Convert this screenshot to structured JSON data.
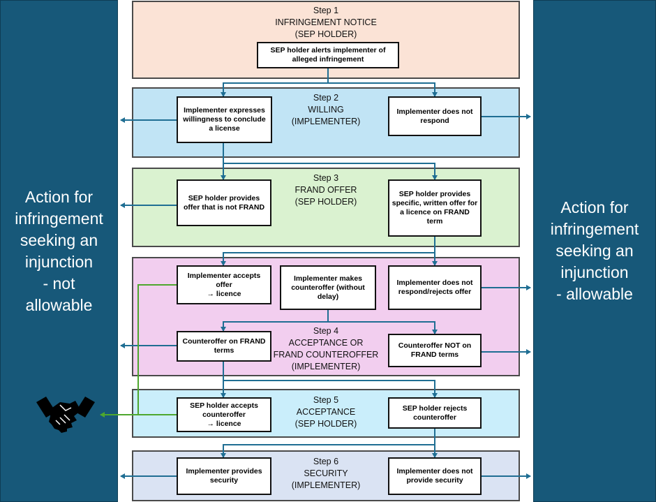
{
  "left_panel": {
    "text": "Action for\ninfringement\nseeking an\ninjunction\n- not\nallowable"
  },
  "right_panel": {
    "text": "Action for\ninfringement\nseeking an\ninjunction\n- allowable"
  },
  "steps": [
    {
      "step": "Step 1",
      "title": "INFRINGEMENT NOTICE",
      "actor": "(SEP HOLDER)",
      "color": "#fbe3d6"
    },
    {
      "step": "Step 2",
      "title": "WILLING",
      "actor": "(IMPLEMENTER)",
      "color": "#c1e4f5"
    },
    {
      "step": "Step 3",
      "title": "FRAND OFFER",
      "actor": "(SEP HOLDER)",
      "color": "#daf2d0"
    },
    {
      "step": "Step 4",
      "title": "ACCEPTANCE OR",
      "title2": "FRAND COUNTEROFFER",
      "actor": "(IMPLEMENTER)",
      "color": "#f2ceef"
    },
    {
      "step": "Step 5",
      "title": "ACCEPTANCE",
      "actor": "(SEP HOLDER)",
      "color": "#caeefb"
    },
    {
      "step": "Step 6",
      "title": "SECURITY",
      "actor": "(IMPLEMENTER)",
      "color": "#dae3f3"
    }
  ],
  "boxes": {
    "s1_alert": "SEP holder alerts implementer of alleged infringement",
    "s2_willing": "Implementer expresses willingness to conclude a license",
    "s2_no_response": "Implementer does not respond",
    "s3_not_frand": "SEP holder provides offer that is not FRAND",
    "s3_frand_offer": "SEP holder provides specific, written offer for a licence on FRAND term",
    "s4_accepts": "Implementer accepts offer\n→ licence",
    "s4_counteroffer": "Implementer makes counteroffer (without delay)",
    "s4_rejects": "Implementer does not respond/rejects offer",
    "s4_counter_frand": "Counteroffer on FRAND terms",
    "s4_counter_not_frand": "Counteroffer NOT on FRAND terms",
    "s5_accepts": "SEP holder accepts counteroffer\n→ licence",
    "s5_rejects": "SEP holder rejects counteroffer",
    "s6_security": "Implementer provides security",
    "s6_no_security": "Implementer does not provide security"
  },
  "icons": {
    "agreement": "handshake-icon"
  },
  "colors": {
    "panel": "#175879",
    "arrow": "#1f6e93",
    "licence_arrow": "#4ea72e"
  }
}
